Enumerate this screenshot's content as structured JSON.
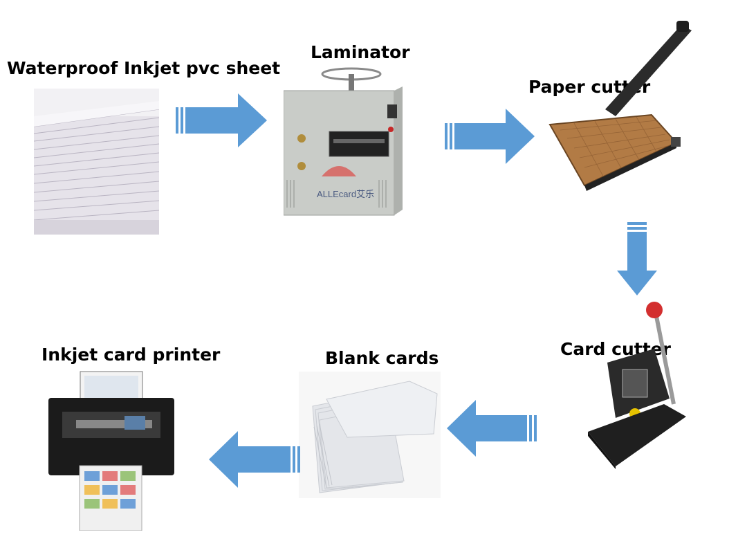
{
  "steps": [
    {
      "label": "Waterproof Inkjet pvc sheet"
    },
    {
      "label": "Laminator",
      "brand": "ALLEcard艾乐"
    },
    {
      "label": "Paper cutter"
    },
    {
      "label": "Card cutter"
    },
    {
      "label": "Blank cards"
    },
    {
      "label": "Inkjet card printer"
    }
  ],
  "arrow_color": "#5b9bd5",
  "flow": [
    "right",
    "right",
    "down",
    "left",
    "left"
  ]
}
